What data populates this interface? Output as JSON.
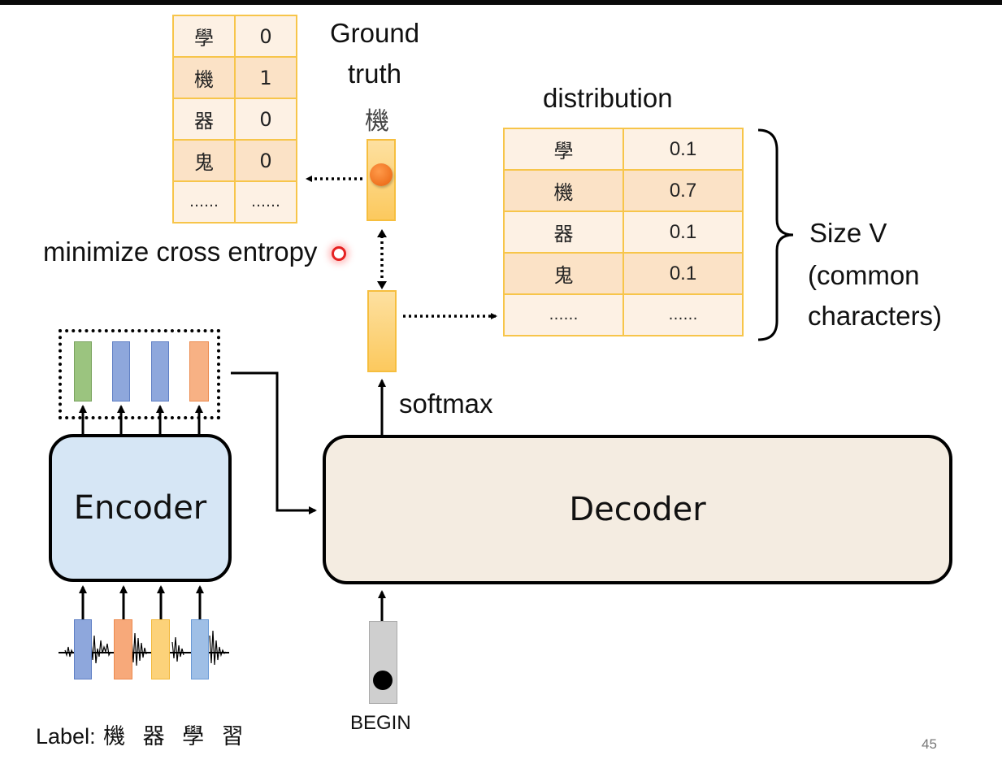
{
  "slide": {
    "page_number": "45"
  },
  "ground_truth": {
    "title_line1": "Ground",
    "title_line2": "truth",
    "character": "機",
    "table": [
      {
        "char": "學",
        "value": "0"
      },
      {
        "char": "機",
        "value": "1"
      },
      {
        "char": "器",
        "value": "0"
      },
      {
        "char": "鬼",
        "value": "0"
      },
      {
        "char": "……",
        "value": "……"
      }
    ]
  },
  "loss_label": "minimize cross entropy",
  "distribution": {
    "title": "distribution",
    "table": [
      {
        "char": "學",
        "value": "0.1"
      },
      {
        "char": "機",
        "value": "0.7"
      },
      {
        "char": "器",
        "value": "0.1"
      },
      {
        "char": "鬼",
        "value": "0.1"
      },
      {
        "char": "……",
        "value": "……"
      }
    ],
    "size_label_line1": "Size V",
    "size_label_line2": "(common",
    "size_label_line3": "characters)"
  },
  "softmax_label": "softmax",
  "encoder": {
    "label": "Encoder",
    "output_vector_colors": [
      "#9bc47f",
      "#8ea7dc",
      "#8ea7dc",
      "#f7a97a"
    ],
    "input_vector_colors": [
      "#8ea7dc",
      "#f7a97a",
      "#fcd27a",
      "#9fbfe6"
    ]
  },
  "decoder": {
    "label": "Decoder"
  },
  "begin_token": {
    "label": "BEGIN"
  },
  "input_label": {
    "prefix": "Label:",
    "chars": [
      "機",
      "器",
      "學",
      "習"
    ]
  },
  "colors": {
    "table_border": "#f7c54a",
    "encoder_fill": "#d6e6f5",
    "decoder_fill": "#f4ece1",
    "ground_truth_dot": "#f07a1c",
    "pointer_dot": "#e52222"
  }
}
